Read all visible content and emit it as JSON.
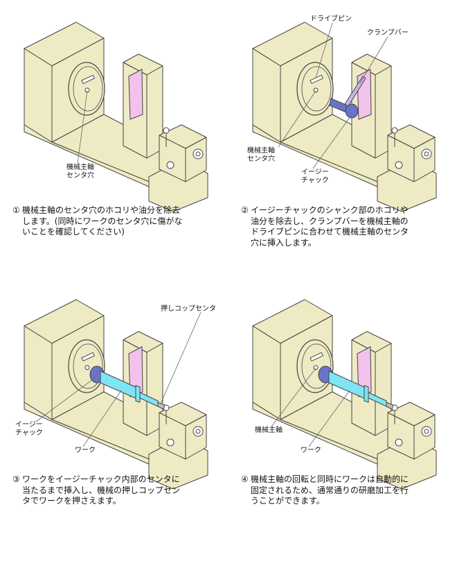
{
  "colors": {
    "machine_fill": "#eeebc4",
    "outline": "#444444",
    "pink_belt": "#f3c2ec",
    "chuck_blue": "#6a73c8",
    "workpiece_cyan": "#7fe4f4"
  },
  "panels": [
    {
      "labels": {
        "center_hole": "機械主軸\nセンタ穴"
      },
      "caption": {
        "number": "①",
        "text": "機械主軸のセンタ穴のホコリや油分を除去\nします。(同時にワークのセンタ穴に傷がな\nいことを確認してください)"
      }
    },
    {
      "labels": {
        "drive_pin": "ドライブピン",
        "clamp_bar": "クランプバー",
        "center_hole": "機械主軸\nセンタ穴",
        "easy_chuck": "イージー\nチャック"
      },
      "caption": {
        "number": "②",
        "text": "イージーチャックのシャンク部のホコリや\n油分を除去し、クランプバーを機械主軸の\nドライブピンに合わせて機械主軸のセンタ\n穴に挿入します。"
      }
    },
    {
      "labels": {
        "push_center": "押しコップセンタ",
        "easy_chuck": "イージー\nチャック",
        "work": "ワーク"
      },
      "caption": {
        "number": "③",
        "text": "ワークをイージーチャック内部のセンタに\n当たるまで挿入し、機械の押しコップセン\nタでワークを押さえます。"
      }
    },
    {
      "labels": {
        "main_spindle": "機械主軸",
        "work": "ワーク"
      },
      "caption": {
        "number": "④",
        "text": "機械主軸の回転と同時にワークは自動的に\n固定されるため、通常通りの研磨加工を行\nうことができます。"
      }
    }
  ]
}
